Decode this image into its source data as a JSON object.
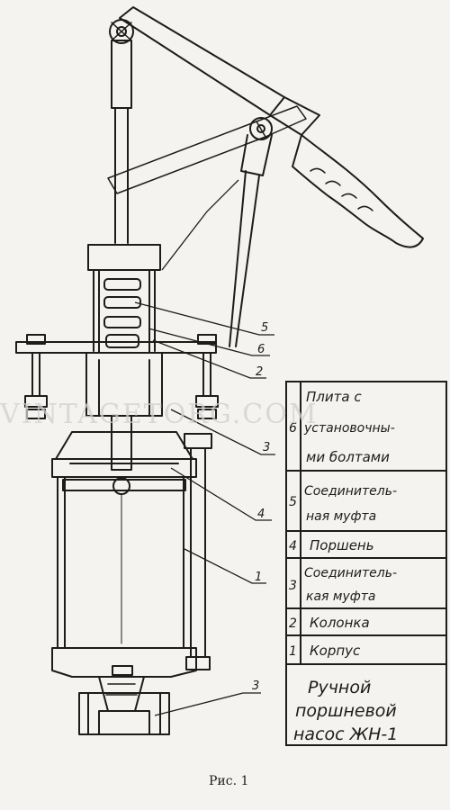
{
  "watermark": "VINTAGETORG.COM",
  "caption": "Рис. 1",
  "callouts": [
    "5",
    "6",
    "2",
    "3",
    "4",
    "1",
    "3"
  ],
  "legend": {
    "rows": [
      {
        "num": "6",
        "lines": [
          "Плита с",
          "установочны-",
          "ми болтами"
        ]
      },
      {
        "num": "5",
        "lines": [
          "Соединитель-",
          "ная муфта"
        ]
      },
      {
        "num": "4",
        "lines": [
          "Поршень"
        ]
      },
      {
        "num": "3",
        "lines": [
          "Соединитель-",
          "кая муфта"
        ]
      },
      {
        "num": "2",
        "lines": [
          "Колонка"
        ]
      },
      {
        "num": "1",
        "lines": [
          "Корпус"
        ]
      }
    ],
    "title_lines": [
      "Ручной",
      "поршневой",
      "насос ЖН-1"
    ]
  },
  "colors": {
    "ink": "#1c1c1c",
    "paper": "#f4f3ef",
    "watermark": "#d0d0d0"
  }
}
